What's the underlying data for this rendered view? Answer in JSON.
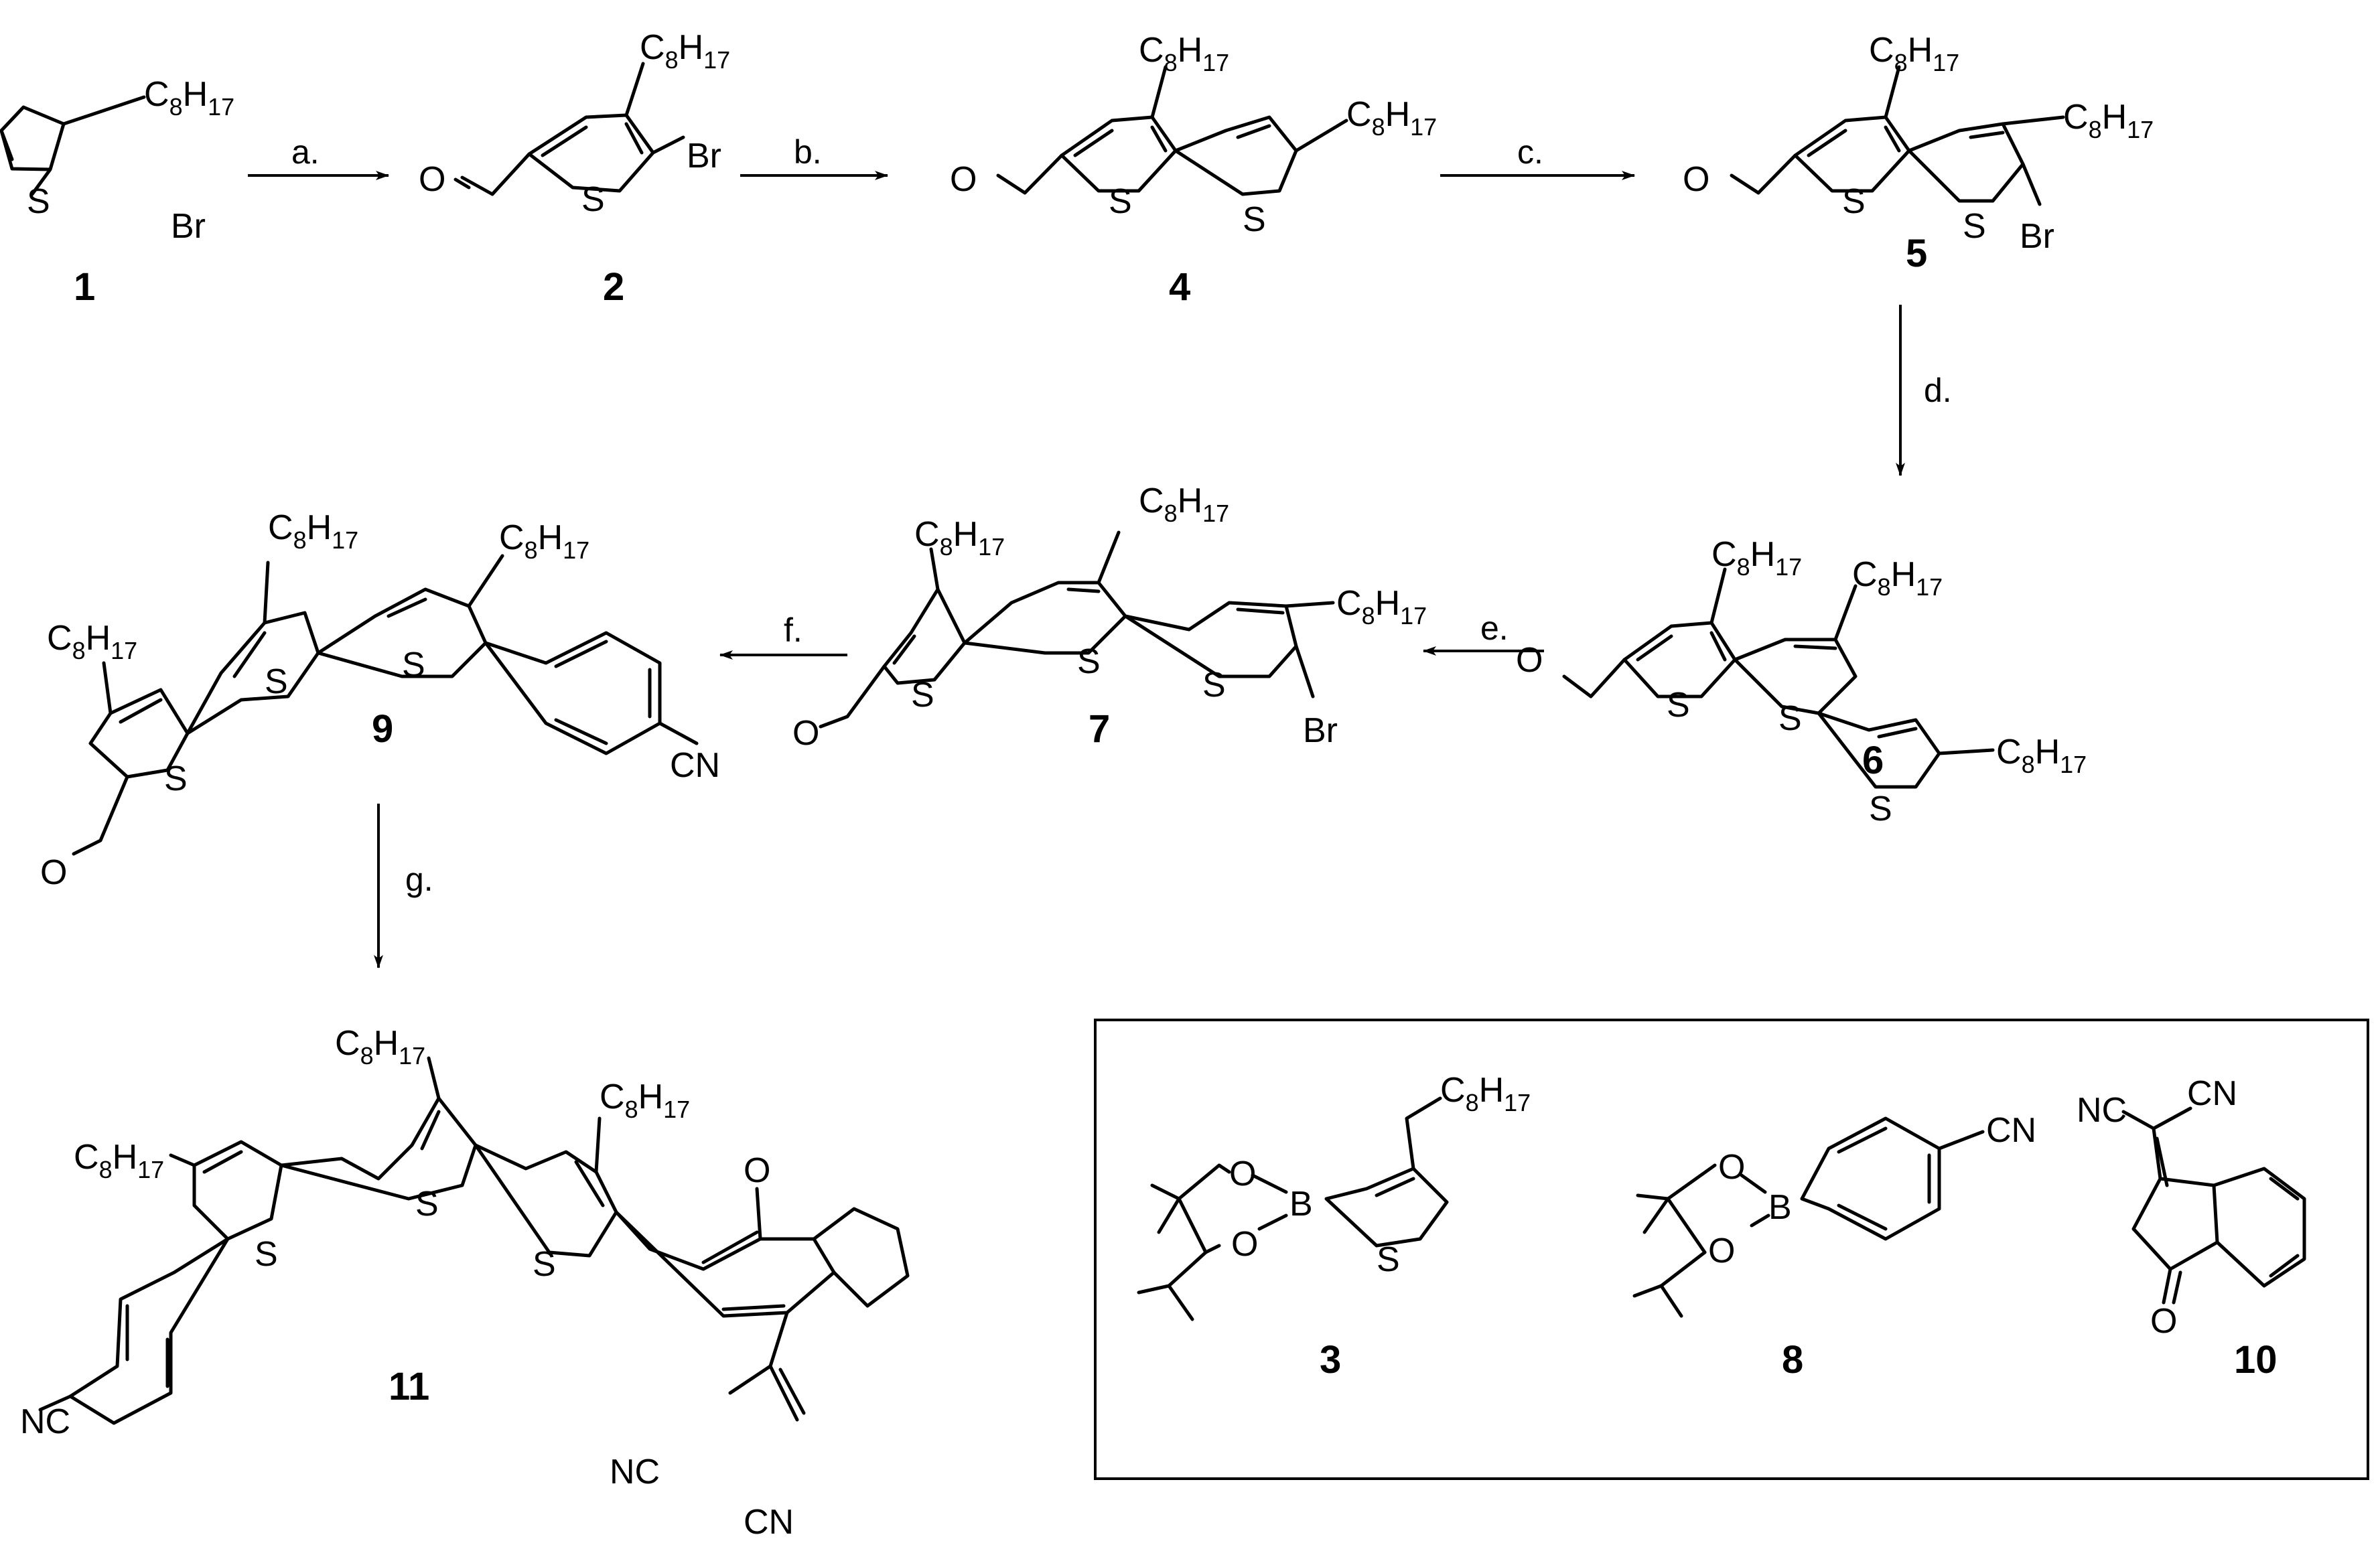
{
  "atoms": {
    "S": "S",
    "Br": "Br",
    "O": "O",
    "B": "B",
    "CN": "CN",
    "NC": "NC",
    "C": "C",
    "H": "H",
    "n8": "8",
    "n17": "17"
  },
  "steps": [
    "a.",
    "b.",
    "c.",
    "d.",
    "e.",
    "f.",
    "g."
  ],
  "compounds": [
    "1",
    "2",
    "4",
    "5",
    "6",
    "7",
    "9",
    "11",
    "3",
    "8",
    "10"
  ]
}
